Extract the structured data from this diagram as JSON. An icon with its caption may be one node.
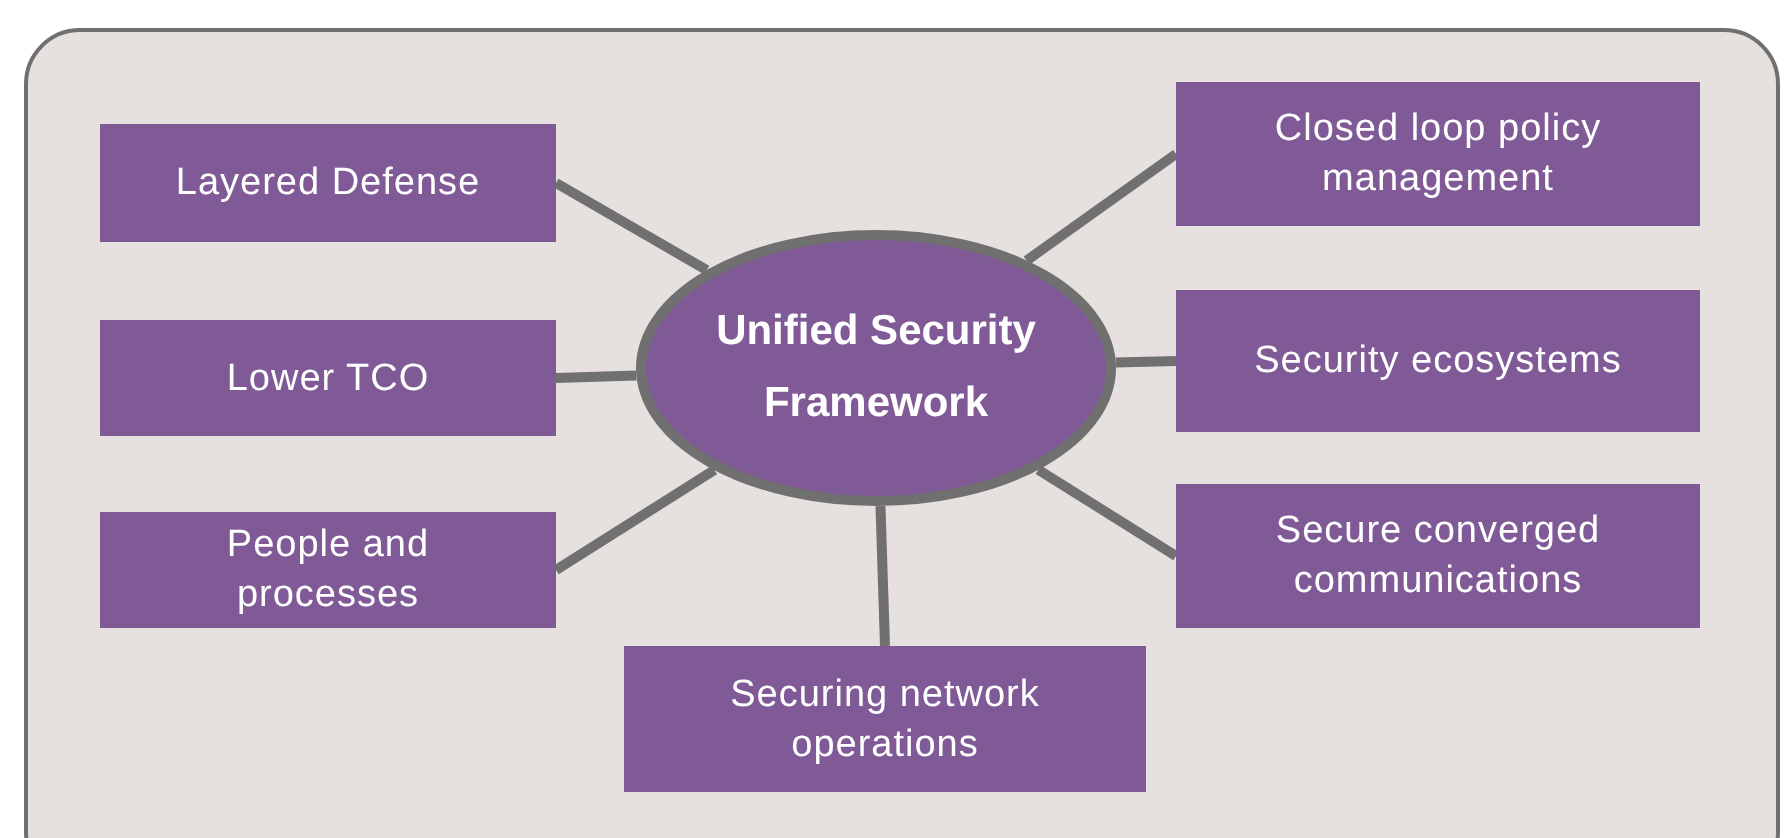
{
  "diagram": {
    "nodes": [
      {
        "text": [
          "Unified Security Framework"
        ]
      },
      {
        "text": [
          "Layered Defense"
        ]
      },
      {
        "text": [
          "Lower TCO"
        ]
      },
      {
        "text": [
          "People and processes"
        ]
      },
      {
        "text": [
          "Securing network operations"
        ]
      },
      {
        "text": [
          "Closed loop policy management"
        ]
      },
      {
        "text": [
          "Security ecosystems"
        ]
      },
      {
        "text": [
          "Secure converged communications"
        ]
      }
    ],
    "edges": [
      {
        "from": 0,
        "to": 1,
        "arrow": "none"
      },
      {
        "from": 0,
        "to": 2,
        "arrow": "none"
      },
      {
        "from": 0,
        "to": 3,
        "arrow": "none"
      },
      {
        "from": 0,
        "to": 4,
        "arrow": "none"
      },
      {
        "from": 0,
        "to": 5,
        "arrow": "none"
      },
      {
        "from": 0,
        "to": 6,
        "arrow": "none"
      },
      {
        "from": 0,
        "to": 7,
        "arrow": "none"
      }
    ]
  }
}
